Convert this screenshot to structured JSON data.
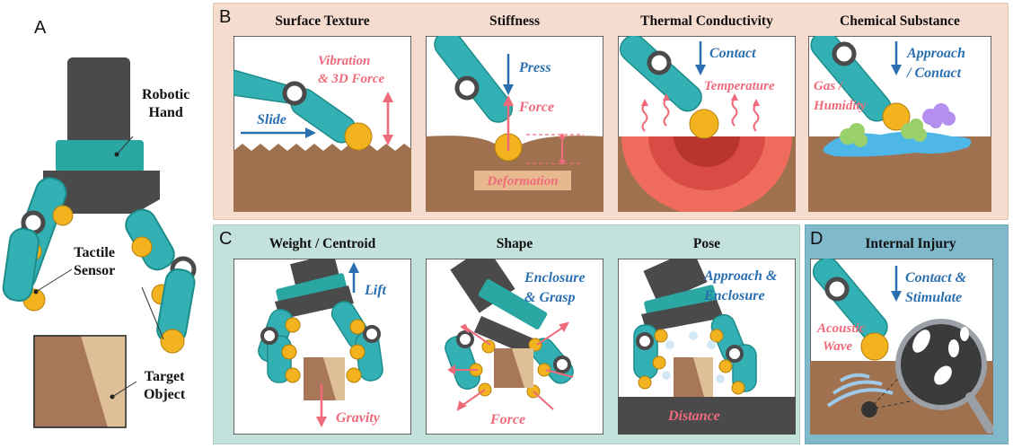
{
  "panel_letters": {
    "a": "A",
    "b": "B",
    "c": "C",
    "d": "D"
  },
  "panel_a": {
    "hand_label": "Robotic\nHand",
    "sensor_label": "Tactile\nSensor",
    "object_label": "Target\nObject"
  },
  "panel_b": {
    "titles": [
      "Surface Texture",
      "Stiffness",
      "Thermal Conductivity",
      "Chemical Substance"
    ],
    "surface": {
      "slide": "Slide",
      "vibration": "Vibration",
      "force3d": "& 3D Force"
    },
    "stiffness": {
      "press": "Press",
      "force": "Force",
      "deformation": "Deformation"
    },
    "thermal": {
      "contact": "Contact",
      "temperature": "Temperature"
    },
    "chemical": {
      "approach": "Approach",
      "contact": "/ Contact",
      "gas": "Gas /",
      "humidity": "Humidity"
    }
  },
  "panel_c": {
    "titles": [
      "Weight / Centroid",
      "Shape",
      "Pose"
    ],
    "weight": {
      "lift": "Lift",
      "gravity": "Gravity"
    },
    "shape": {
      "enclosure": "Enclosure",
      "grasp": "& Grasp",
      "force": "Force"
    },
    "pose": {
      "approach": "Approach &",
      "enclosure": "Enclosure",
      "distance": "Distance"
    }
  },
  "panel_d": {
    "title": "Internal Injury",
    "contact": "Contact &",
    "stimulate": "Stimulate",
    "acoustic": "Acoustic",
    "wave": "Wave"
  },
  "colors": {
    "panel_b_bg": "#f6dccf",
    "panel_c_bg": "#c4e2dc",
    "panel_d_bg": "#7fb9cb",
    "teal": "#33b0b3",
    "dark": "#4a4a4a",
    "sensor": "#f2b31e",
    "soil": "#a0714f",
    "blue": "#2a6fb0",
    "pink": "#ef6b7c"
  }
}
